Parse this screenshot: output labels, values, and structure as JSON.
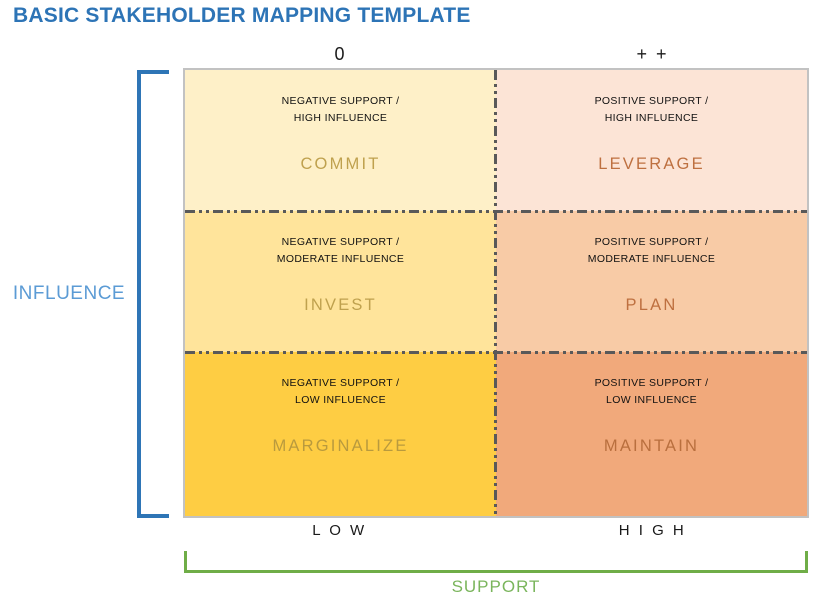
{
  "title": "BASIC STAKEHOLDER MAPPING TEMPLATE",
  "matrix": {
    "column_headers": [
      "0",
      "+ +"
    ],
    "column_footers": [
      "L O W",
      "H I G H"
    ],
    "y_axis_label": "INFLUENCE",
    "x_axis_label": "SUPPORT",
    "cells": [
      {
        "desc_line1": "NEGATIVE SUPPORT /",
        "desc_line2": "HIGH INFLUENCE",
        "action": "COMMIT",
        "bg": "#FEF0C8",
        "action_color": "#BFA14E"
      },
      {
        "desc_line1": "POSITIVE SUPPORT /",
        "desc_line2": "HIGH INFLUENCE",
        "action": "LEVERAGE",
        "bg": "#FCE4D6",
        "action_color": "#BE7040"
      },
      {
        "desc_line1": "NEGATIVE SUPPORT /",
        "desc_line2": "MODERATE INFLUENCE",
        "action": "INVEST",
        "bg": "#FFE49B",
        "action_color": "#BFA14E"
      },
      {
        "desc_line1": "POSITIVE SUPPORT /",
        "desc_line2": "MODERATE INFLUENCE",
        "action": "PLAN",
        "bg": "#F8CBA6",
        "action_color": "#BE7040"
      },
      {
        "desc_line1": "NEGATIVE SUPPORT /",
        "desc_line2": "LOW INFLUENCE",
        "action": "MARGINALIZE",
        "bg": "#FECD43",
        "action_color": "#B99A3E"
      },
      {
        "desc_line1": "POSITIVE SUPPORT /",
        "desc_line2": "LOW INFLUENCE",
        "action": "MAINTAIN",
        "bg": "#F1A97B",
        "action_color": "#B96F3E"
      }
    ]
  },
  "colors": {
    "title_blue": "#2D74B6",
    "influence_label_blue": "#5B9BD5",
    "influence_bracket_blue": "#2E75B6",
    "support_label_green": "#7AB55C",
    "support_bracket_green": "#6FAD47",
    "divider_gray": "#595959",
    "grid_border_gray": "#C2C2C2",
    "cell_text_black": "#111111"
  }
}
